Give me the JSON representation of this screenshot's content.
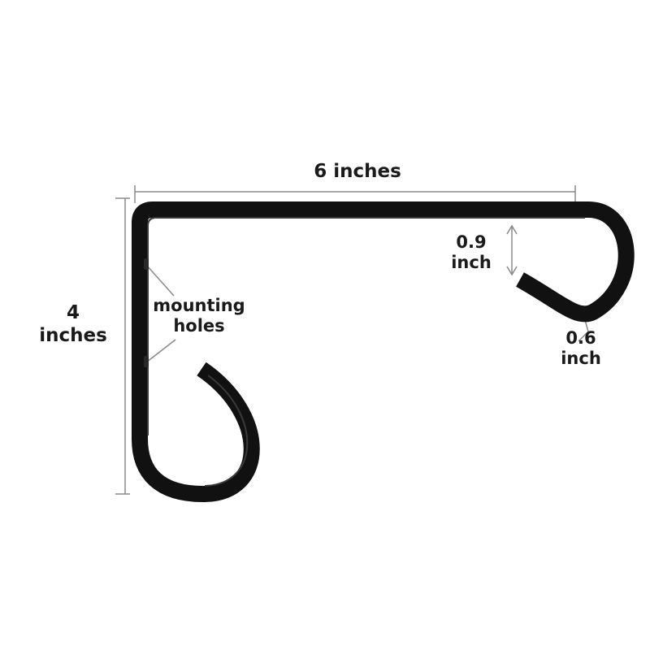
{
  "colors": {
    "metal": "#111111",
    "highlight": "#3a3a3a",
    "dimension_line": "#8a8a8a",
    "text": "#1a1a1a"
  },
  "labels": {
    "width": "6 inches",
    "height_value": "4",
    "height_unit": "inches",
    "holes_line1": "mounting",
    "holes_line2": "holes",
    "gap_value": "0.9",
    "gap_unit": "inch",
    "thickness_value": "0.6",
    "thickness_unit": "inch"
  }
}
